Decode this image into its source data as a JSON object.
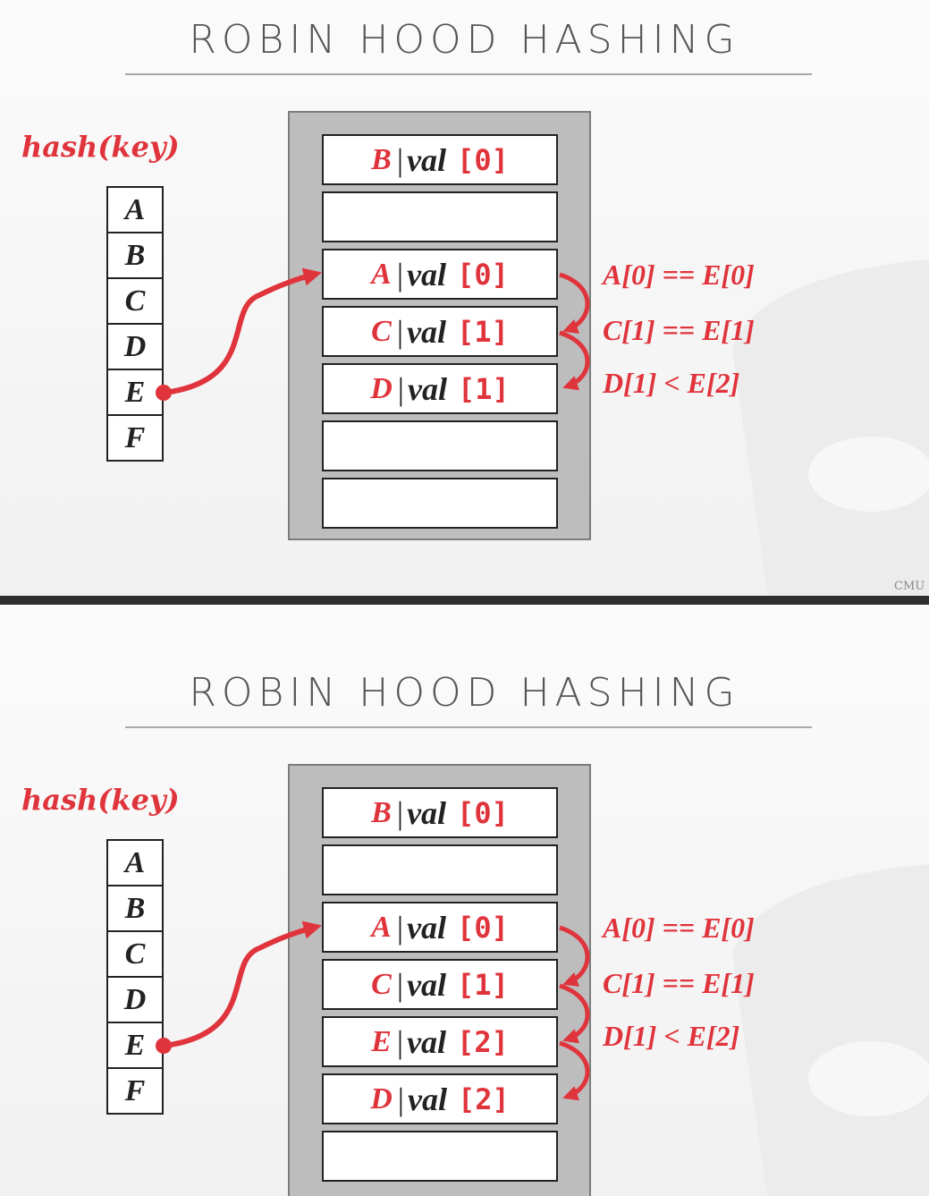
{
  "slides": [
    {
      "title": "ROBIN HOOD HASHING",
      "hash_label": "hash(key)",
      "keys": [
        "A",
        "B",
        "C",
        "D",
        "E",
        "F"
      ],
      "slots": [
        {
          "key": "B",
          "sep": "|",
          "val": "val",
          "dist": "[0]"
        },
        {
          "key": "",
          "sep": "",
          "val": "",
          "dist": ""
        },
        {
          "key": "A",
          "sep": "|",
          "val": "val",
          "dist": "[0]"
        },
        {
          "key": "C",
          "sep": "|",
          "val": "val",
          "dist": "[1]"
        },
        {
          "key": "D",
          "sep": "|",
          "val": "val",
          "dist": "[1]"
        },
        {
          "key": "",
          "sep": "",
          "val": "",
          "dist": ""
        },
        {
          "key": "",
          "sep": "",
          "val": "",
          "dist": ""
        }
      ],
      "comparisons": [
        "A[0] == E[0]",
        "C[1] == E[1]",
        "D[1] < E[2]"
      ],
      "footer": "CMU 1"
    },
    {
      "title": "ROBIN HOOD HASHING",
      "hash_label": "hash(key)",
      "keys": [
        "A",
        "B",
        "C",
        "D",
        "E",
        "F"
      ],
      "slots": [
        {
          "key": "B",
          "sep": "|",
          "val": "val",
          "dist": "[0]"
        },
        {
          "key": "",
          "sep": "",
          "val": "",
          "dist": ""
        },
        {
          "key": "A",
          "sep": "|",
          "val": "val",
          "dist": "[0]"
        },
        {
          "key": "C",
          "sep": "|",
          "val": "val",
          "dist": "[1]"
        },
        {
          "key": "E",
          "sep": "|",
          "val": "val",
          "dist": "[2]"
        },
        {
          "key": "D",
          "sep": "|",
          "val": "val",
          "dist": "[2]"
        },
        {
          "key": "",
          "sep": "",
          "val": "",
          "dist": ""
        }
      ],
      "comparisons": [
        "A[0] == E[0]",
        "C[1] == E[1]",
        "D[1] < E[2]"
      ]
    }
  ],
  "colors": {
    "accent": "#e0343c",
    "frame": "#bdbdbd",
    "text": "#222222"
  }
}
